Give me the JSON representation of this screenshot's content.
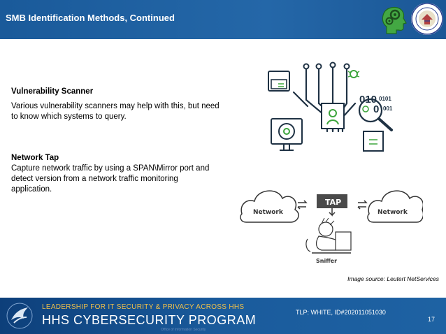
{
  "header": {
    "title": "SMB Identification Methods, Continued"
  },
  "content": {
    "sections": [
      {
        "heading": "Vulnerability Scanner",
        "body": "Various vulnerability scanners may help with this, but need to know which systems to query."
      },
      {
        "heading": "Network Tap",
        "body": "Capture network traffic by using a SPAN\\Mirror port and detect version from a network traffic monitoring application."
      }
    ]
  },
  "illustration": {
    "binary1": "010",
    "binary2": "0101",
    "binary3": "0",
    "binary4": "001",
    "network_left": "Network",
    "network_right": "Network",
    "tap": "TAP",
    "sniffer": "Sniffer"
  },
  "caption": "Image source: Leutert NetServices",
  "footer": {
    "line1": "LEADERSHIP FOR IT SECURITY & PRIVACY ACROSS HHS",
    "line2": "HHS CYBERSECURITY PROGRAM",
    "line3": "Office of Information Security",
    "tlp": "TLP: WHITE, ID#202011051030",
    "page": "17"
  },
  "colors": {
    "header": "#1f63a6",
    "accent_green": "#3da53d",
    "footer": "#0f4580",
    "footer_gold": "#f0c04a"
  }
}
